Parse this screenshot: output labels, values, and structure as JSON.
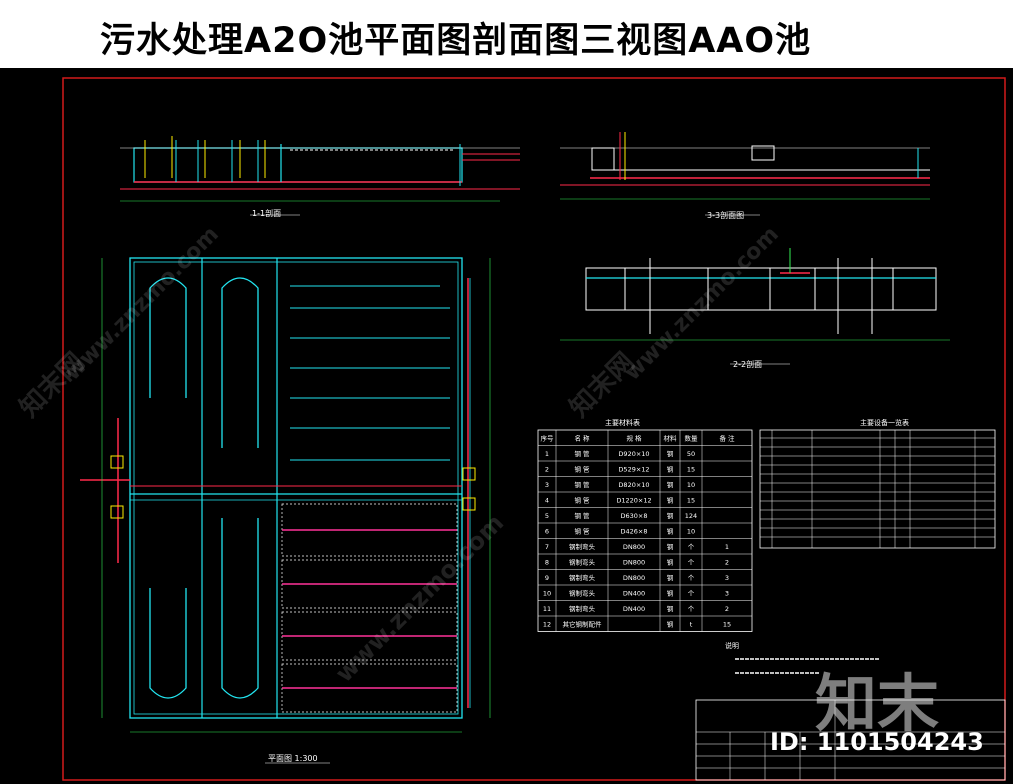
{
  "title": "污水处理A2O池平面图剖面图三视图AAO池",
  "watermark": {
    "logo": "知末",
    "id_label": "ID: 1101504243",
    "repeat_text": "www.znzmo.com",
    "repeat_text_cn": "知末网"
  },
  "section_labels": {
    "s11": "1-1剖面",
    "s22": "2-2剖面",
    "s33": "3-3剖面图",
    "plan": "平面图 1:300"
  },
  "table1": {
    "title": "主要材料表",
    "headers": [
      "序号",
      "名 称",
      "规 格",
      "材料",
      "数量",
      "备 注"
    ],
    "rows": [
      [
        "1",
        "钢 管",
        "D920×10",
        "钢",
        "50",
        ""
      ],
      [
        "2",
        "钢 管",
        "D529×12",
        "钢",
        "15",
        ""
      ],
      [
        "3",
        "钢 管",
        "D820×10",
        "钢",
        "10",
        ""
      ],
      [
        "4",
        "钢 管",
        "D1220×12",
        "钢",
        "15",
        ""
      ],
      [
        "5",
        "钢 管",
        "D630×8",
        "钢",
        "124",
        ""
      ],
      [
        "6",
        "钢 管",
        "D426×8",
        "钢",
        "10",
        ""
      ],
      [
        "7",
        "钢制弯头",
        "DN800",
        "钢",
        "个",
        "1"
      ],
      [
        "8",
        "钢制弯头",
        "DN800",
        "钢",
        "个",
        "2"
      ],
      [
        "9",
        "钢制弯头",
        "DN800",
        "钢",
        "个",
        "3"
      ],
      [
        "10",
        "钢制弯头",
        "DN400",
        "钢",
        "个",
        "3"
      ],
      [
        "11",
        "钢制弯头",
        "DN400",
        "钢",
        "个",
        "2"
      ],
      [
        "12",
        "其它钢制配件",
        "",
        "钢",
        "t",
        "15"
      ]
    ]
  },
  "table2": {
    "title": "主要设备一览表"
  },
  "notes": {
    "heading": "说明"
  },
  "colors": {
    "cyan": "#22e5f0",
    "red": "#ff2a4a",
    "white": "#ffffff",
    "yellow": "#ffee00",
    "green": "#33ee55",
    "border_red": "#d21a1a",
    "magenta": "#ff3399"
  }
}
